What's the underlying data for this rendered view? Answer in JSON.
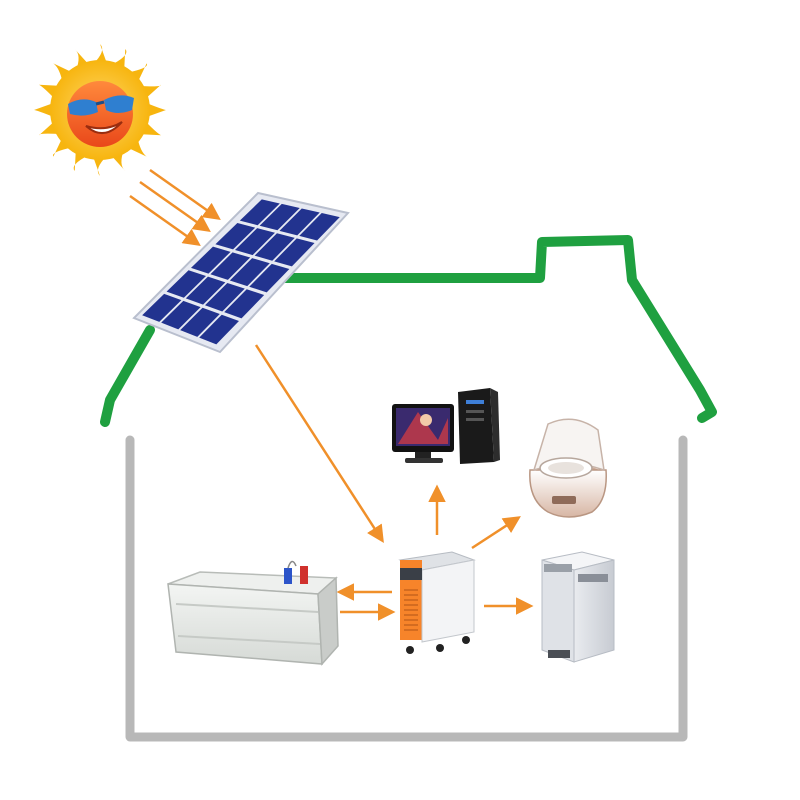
{
  "diagram": {
    "colors": {
      "roof": "#1fa040",
      "walls": "#b8b8b8",
      "arrow": "#f0902a",
      "panel_cell": "#22338f",
      "panel_frame": "#e6e9f2",
      "sun_ray": "#f7b50f",
      "sun_face": "#f36a1b",
      "inverter": "#f7842a",
      "battery": "#e3e6e3"
    },
    "nodes": [
      {
        "id": "sun",
        "icon": "sun-icon"
      },
      {
        "id": "solar-panel",
        "icon": "solar-panel-icon"
      },
      {
        "id": "inverter",
        "icon": "inverter-icon"
      },
      {
        "id": "battery",
        "icon": "battery-icon"
      },
      {
        "id": "computer",
        "icon": "computer-icon"
      },
      {
        "id": "rice-cooker",
        "icon": "rice-cooker-icon"
      },
      {
        "id": "washing-machine",
        "icon": "washing-machine-icon"
      }
    ],
    "flows": [
      {
        "from": "sun",
        "to": "solar-panel"
      },
      {
        "from": "solar-panel",
        "to": "inverter"
      },
      {
        "from": "inverter",
        "to": "computer"
      },
      {
        "from": "inverter",
        "to": "rice-cooker"
      },
      {
        "from": "inverter",
        "to": "washing-machine"
      },
      {
        "from": "inverter",
        "to": "battery"
      },
      {
        "from": "battery",
        "to": "inverter"
      }
    ]
  }
}
